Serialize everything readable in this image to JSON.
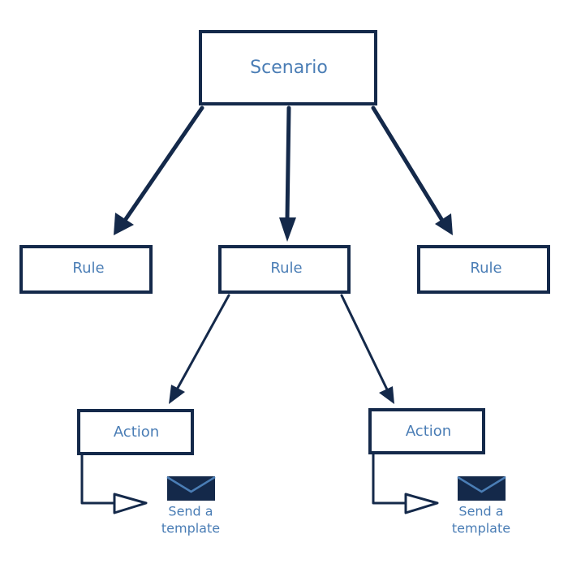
{
  "colors": {
    "stroke": "#14294a",
    "text": "#4a7db5",
    "icon_fill": "#14294a",
    "icon_flap": "#4a7db5"
  },
  "nodes": {
    "scenario": {
      "label": "Scenario"
    },
    "rule_left": {
      "label": "Rule"
    },
    "rule_center": {
      "label": "Rule"
    },
    "rule_right": {
      "label": "Rule"
    },
    "action_left": {
      "label": "Action"
    },
    "action_right": {
      "label": "Action"
    }
  },
  "outputs": {
    "left": {
      "icon": "envelope-icon",
      "line1": "Send a",
      "line2": "template"
    },
    "right": {
      "icon": "envelope-icon",
      "line1": "Send a",
      "line2": "template"
    }
  }
}
